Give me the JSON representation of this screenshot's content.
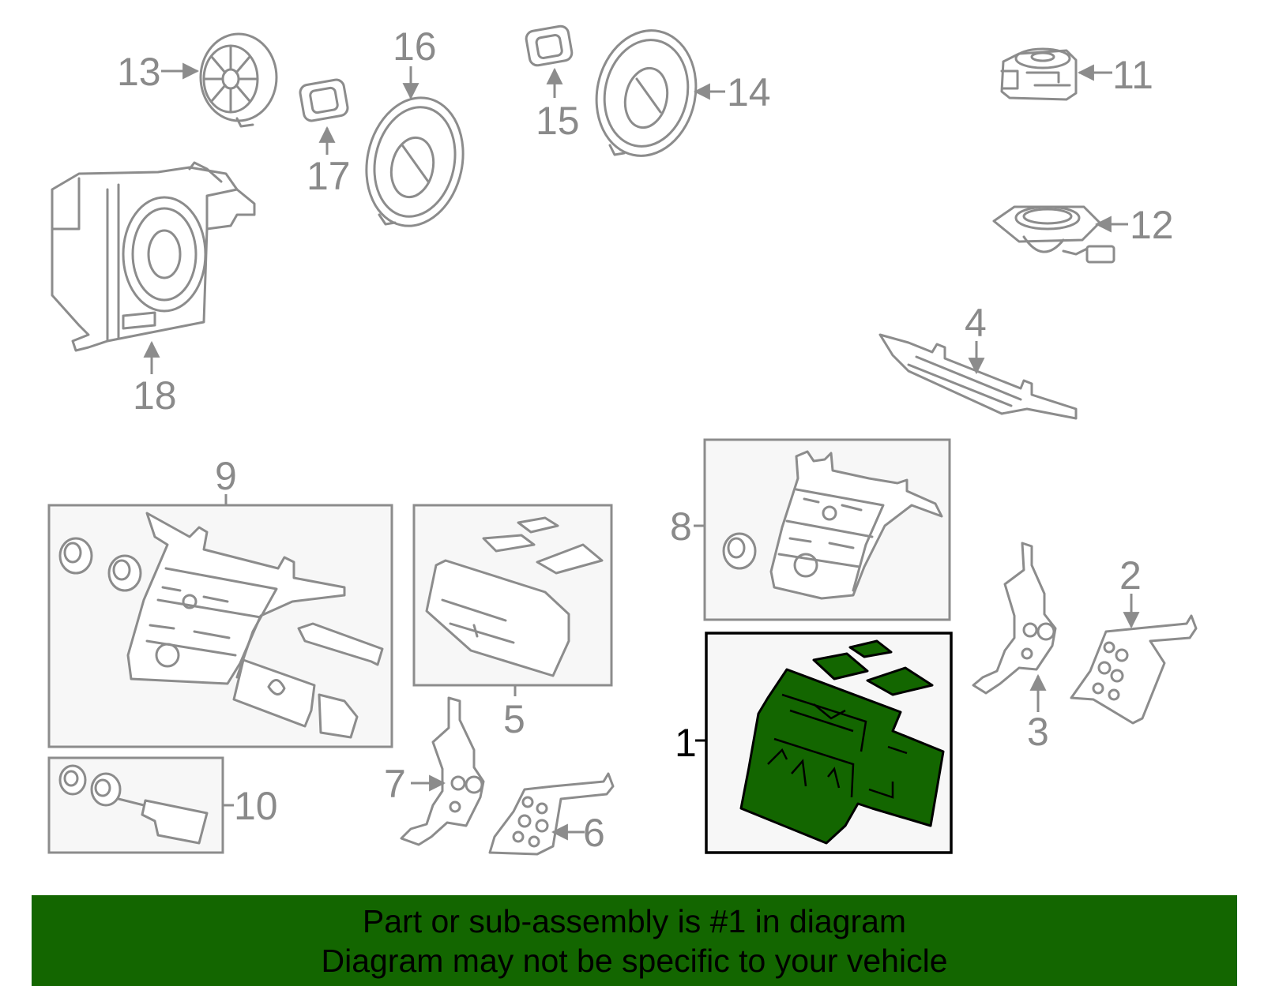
{
  "diagram": {
    "callouts": {
      "c1": "1",
      "c2": "2",
      "c3": "3",
      "c4": "4",
      "c5": "5",
      "c6": "6",
      "c7": "7",
      "c8": "8",
      "c9": "9",
      "c10": "10",
      "c11": "11",
      "c12": "12",
      "c13": "13",
      "c14": "14",
      "c15": "15",
      "c16": "16",
      "c17": "17",
      "c18": "18"
    },
    "highlight_color": "#136600",
    "outline_color": "#8c8c8c"
  },
  "banner": {
    "line1": "Part or sub-assembly is #1 in diagram",
    "line2": "Diagram may not be specific to your vehicle",
    "background": "#136600"
  }
}
